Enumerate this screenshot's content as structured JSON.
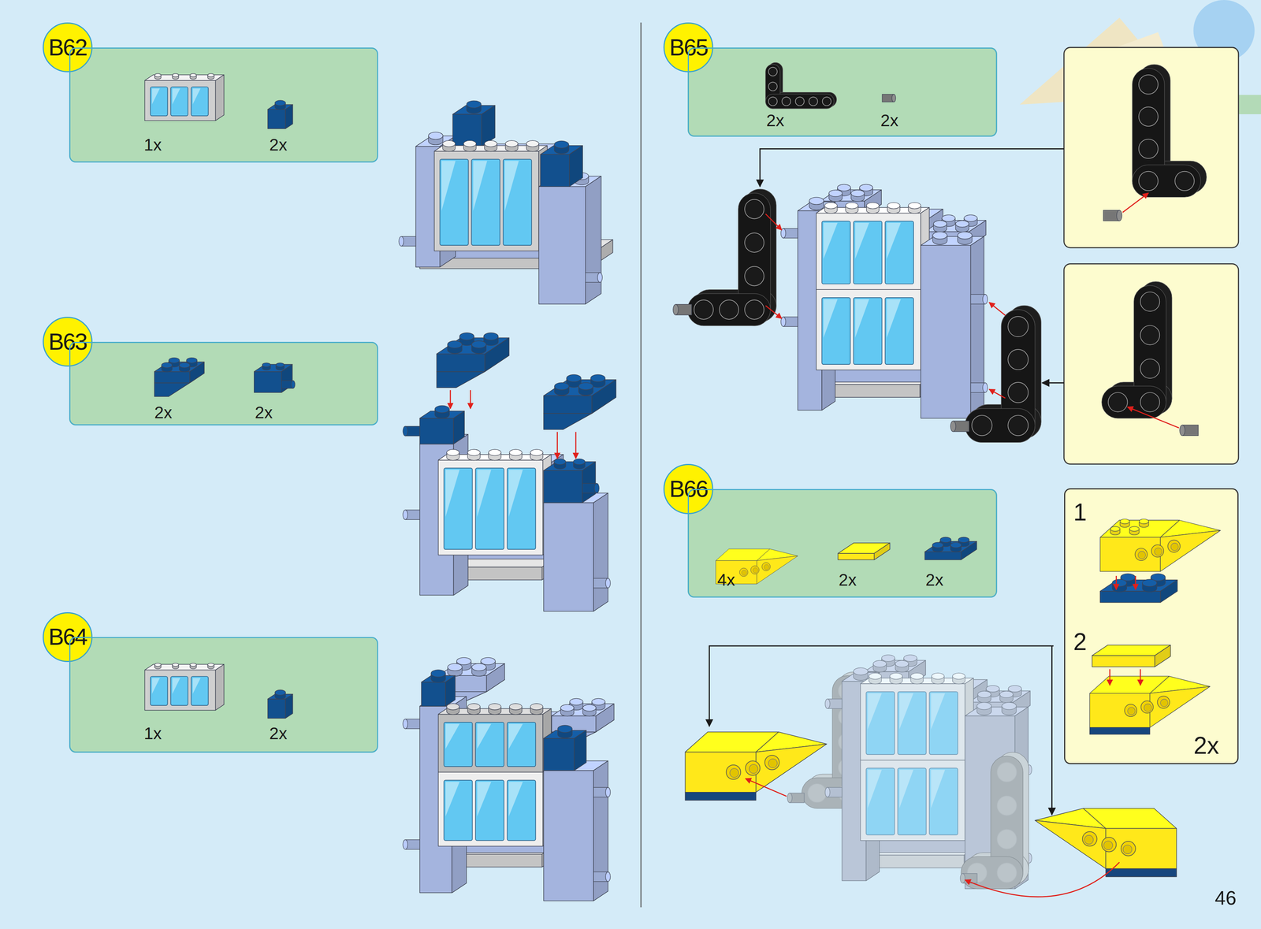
{
  "diagram": {
    "nodes": [
      {
        "text": [
          "B62"
        ]
      },
      {
        "text": [
          "1x",
          "2x"
        ]
      },
      {
        "text": [
          "B63"
        ]
      },
      {
        "text": [
          "2x",
          "2x"
        ]
      },
      {
        "text": [
          "B64"
        ]
      },
      {
        "text": [
          "1x",
          "2x"
        ]
      },
      {
        "text": [
          "B65"
        ]
      },
      {
        "text": [
          "2x",
          "2x"
        ]
      },
      {
        "text": [
          "B66"
        ]
      },
      {
        "text": [
          "4x",
          "2x",
          "2x"
        ]
      },
      {
        "text": [
          "1",
          "2",
          "2x"
        ]
      }
    ],
    "labels": [
      "46"
    ]
  }
}
